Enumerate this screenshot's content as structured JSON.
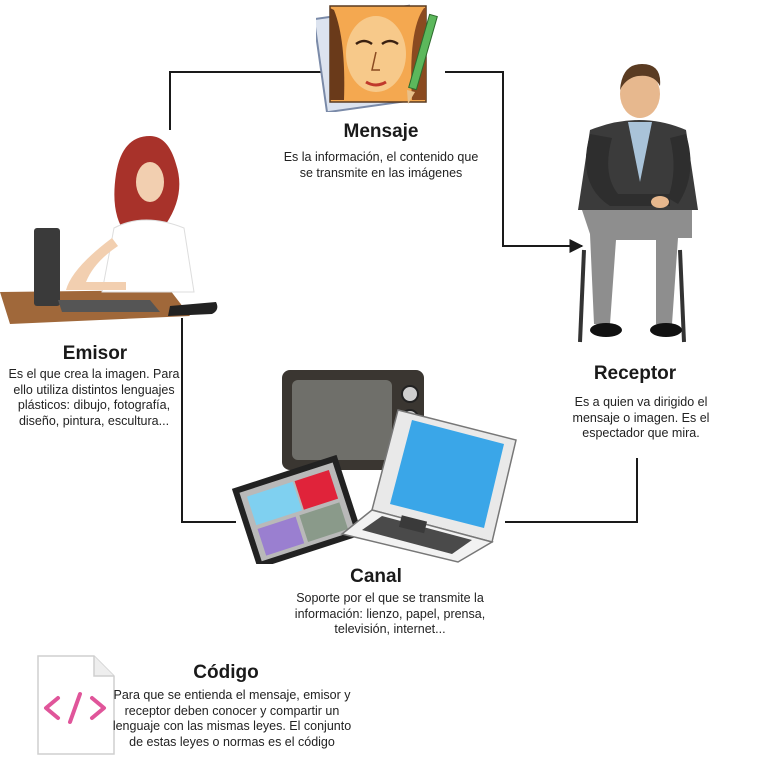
{
  "nodes": {
    "mensaje": {
      "title": "Mensaje",
      "desc": "Es la información, el contenido que se transmite en las imágenes"
    },
    "receptor": {
      "title": "Receptor",
      "desc": "Es a quien va dirigido el mensaje o imagen. Es el espectador que mira."
    },
    "emisor": {
      "title": "Emisor",
      "desc": "Es el que crea la imagen. Para ello utiliza distintos lenguajes plásticos: dibujo, fotografía, diseño, pintura, escultura..."
    },
    "canal": {
      "title": "Canal",
      "desc": "Soporte por el que se transmite la información: lienzo, papel, prensa, televisión, internet..."
    },
    "codigo": {
      "title": "Código",
      "desc": "Para que se entienda el mensaje, emisor y receptor deben conocer y compartir un lenguaje con las mismas leyes. El conjunto de estas leyes o normas es el código",
      "icon": "code-icon",
      "icon_symbol": "</>"
    }
  },
  "illustrations": {
    "mensaje": "portrait-drawing-icon",
    "receptor": "seated-man-icon",
    "emisor": "woman-at-laptop-icon",
    "canal": "tv-laptop-media-icon"
  },
  "colors": {
    "line": "#1a1a1a",
    "code_icon": "#e0559a"
  }
}
